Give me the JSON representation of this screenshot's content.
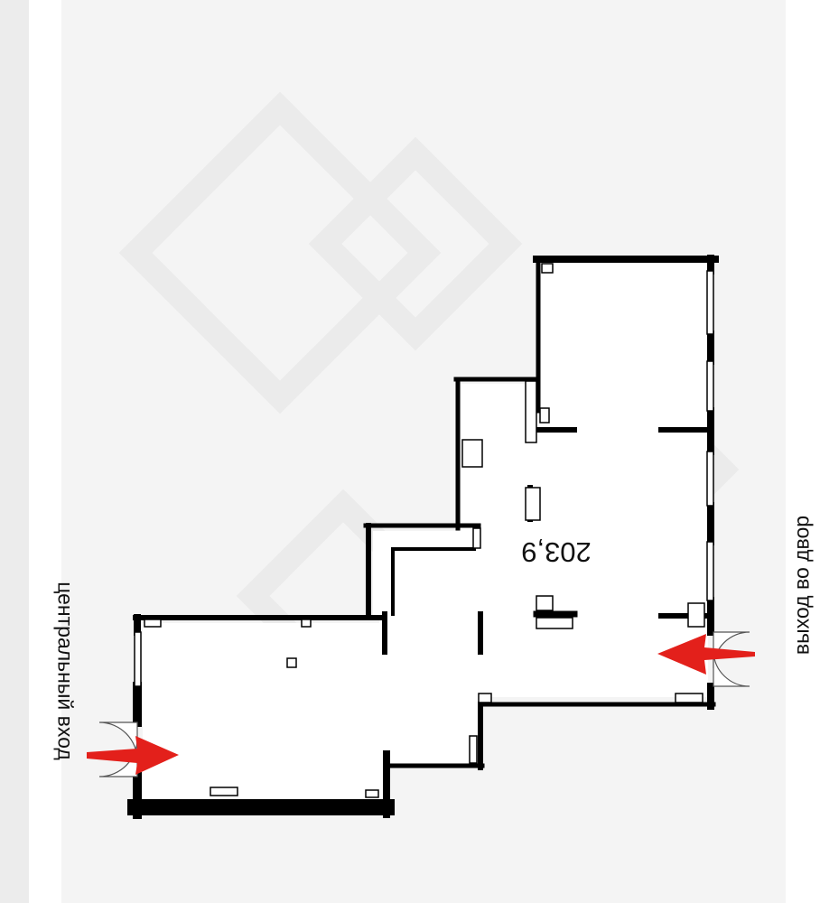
{
  "plan": {
    "area": "203,9",
    "labels": {
      "main_entrance": "центральный вход",
      "yard_exit": "выход во двор"
    },
    "colors": {
      "wall": "#000000",
      "floor": "#ffffff",
      "background": "#f4f4f4",
      "arrow": "#e3201b"
    },
    "icons": {
      "entrance_arrow": "red-arrow-right-icon",
      "exit_arrow": "red-arrow-left-icon"
    }
  }
}
